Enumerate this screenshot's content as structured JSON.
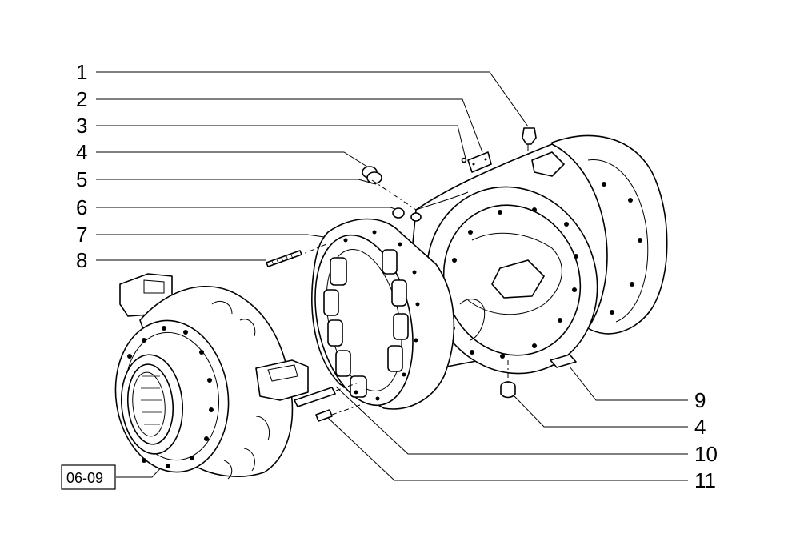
{
  "callouts": {
    "left": [
      "1",
      "2",
      "3",
      "4",
      "5",
      "6",
      "7",
      "8"
    ],
    "right": [
      "9",
      "4",
      "10",
      "11"
    ]
  },
  "reference_box": "06-09"
}
